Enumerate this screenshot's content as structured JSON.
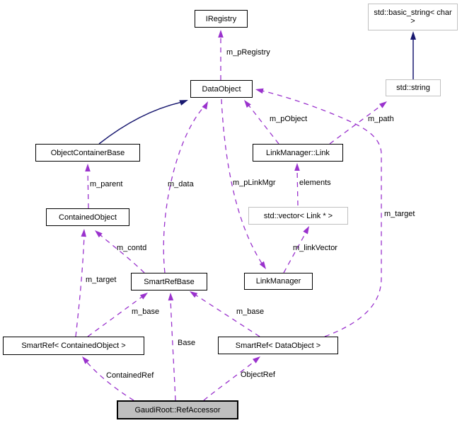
{
  "diagram_type": "collaboration-graph",
  "colors": {
    "usage_edge": "#9a32cd",
    "inheritance_edge": "#191970",
    "node_border": "#000000",
    "external_node_border": "#c0c0c0",
    "focus_node_fill": "#bfbfbf",
    "background": "#ffffff"
  },
  "nodes": {
    "iregistry": "IRegistry",
    "basic_string": "std::basic_string< char >",
    "dataobject": "DataObject",
    "std_string": "std::string",
    "objectcontainerbase": "ObjectContainerBase",
    "linkmanager_link": "LinkManager::Link",
    "containedobject": "ContainedObject",
    "std_vector": "std::vector< Link * >",
    "smartrefbase": "SmartRefBase",
    "linkmanager": "LinkManager",
    "smartref_containedobject": "SmartRef< ContainedObject >",
    "smartref_dataobject": "SmartRef< DataObject >",
    "refaccessor": "GaudiRoot::RefAccessor"
  },
  "edge_labels": {
    "m_pRegistry": "m_pRegistry",
    "m_pObject": "m_pObject",
    "m_path": "m_path",
    "m_parent": "m_parent",
    "m_data": "m_data",
    "m_pLinkMgr": "m_pLinkMgr",
    "elements": "elements",
    "m_target_right": "m_target",
    "m_contd": "m_contd",
    "m_linkVector": "m_linkVector",
    "m_target_left": "m_target",
    "m_base_left": "m_base",
    "m_base_right": "m_base",
    "base": "Base",
    "containedRef": "ContainedRef",
    "objectRef": "ObjectRef"
  }
}
